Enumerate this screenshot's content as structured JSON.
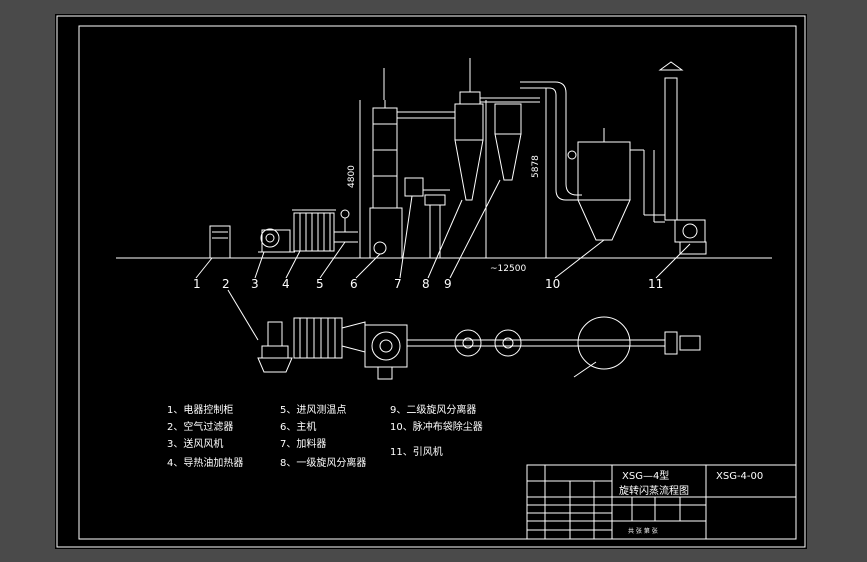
{
  "colors": {
    "background": "#4a4a4a",
    "sheet": "#000000",
    "line": "#ffffff"
  },
  "part_numbers": [
    "1",
    "2",
    "3",
    "4",
    "5",
    "6",
    "7",
    "8",
    "9",
    "10",
    "11"
  ],
  "dimensions": {
    "height_left": "4800",
    "height_right": "5878",
    "length": "~12500"
  },
  "legend": [
    {
      "no": "1",
      "text": "1、电器控制柜"
    },
    {
      "no": "2",
      "text": "2、空气过滤器"
    },
    {
      "no": "3",
      "text": "3、送风风机"
    },
    {
      "no": "4",
      "text": "4、导热油加热器"
    },
    {
      "no": "5",
      "text": "5、进风测温点"
    },
    {
      "no": "6",
      "text": "6、主机"
    },
    {
      "no": "7",
      "text": "7、加料器"
    },
    {
      "no": "8",
      "text": "8、一级旋风分离器"
    },
    {
      "no": "9",
      "text": "9、二级旋风分离器"
    },
    {
      "no": "10",
      "text": "10、脉冲布袋除尘器"
    },
    {
      "no": "11",
      "text": "11、引风机"
    }
  ],
  "title_block": {
    "model": "XSG—4型",
    "title": "旋转闪蒸流程图",
    "drawing_no": "XSG-4-00",
    "scale_note": "共  张  第  张"
  }
}
